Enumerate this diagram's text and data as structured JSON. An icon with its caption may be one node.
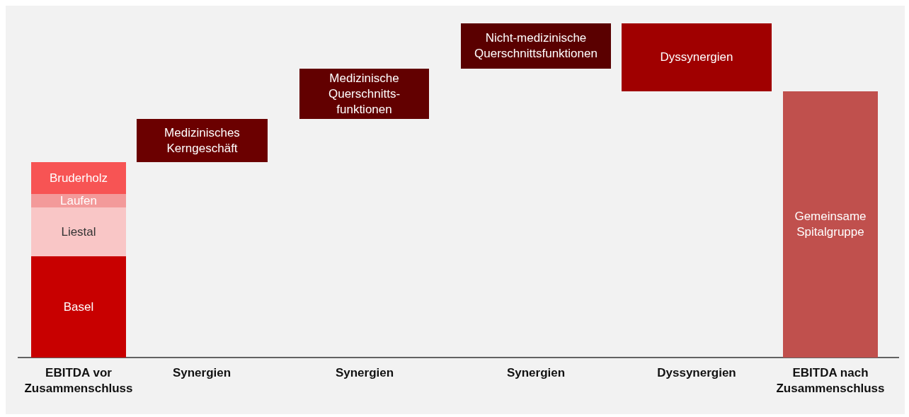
{
  "diagram": {
    "nodes": [
      {
        "text": [
          "Bruderholz"
        ]
      },
      {
        "text": [
          "Laufen"
        ]
      },
      {
        "text": [
          "Liestal"
        ]
      },
      {
        "text": [
          "Basel"
        ]
      },
      {
        "text": [
          "Medizinisches Kerngeschäft"
        ]
      },
      {
        "text": [
          "Medizinische Querschnitts- funktionen"
        ]
      },
      {
        "text": [
          "Nicht-medizinische Querschnittsfunktionen"
        ]
      },
      {
        "text": [
          "Dyssynergien"
        ]
      },
      {
        "text": [
          "Gemeinsame Spitalgruppe"
        ]
      }
    ],
    "labels": [
      "EBITDA vor Zusammenschluss",
      "Synergien",
      "Synergien",
      "Synergien",
      "Dyssynergien",
      "EBITDA nach Zusammenschluss"
    ]
  }
}
